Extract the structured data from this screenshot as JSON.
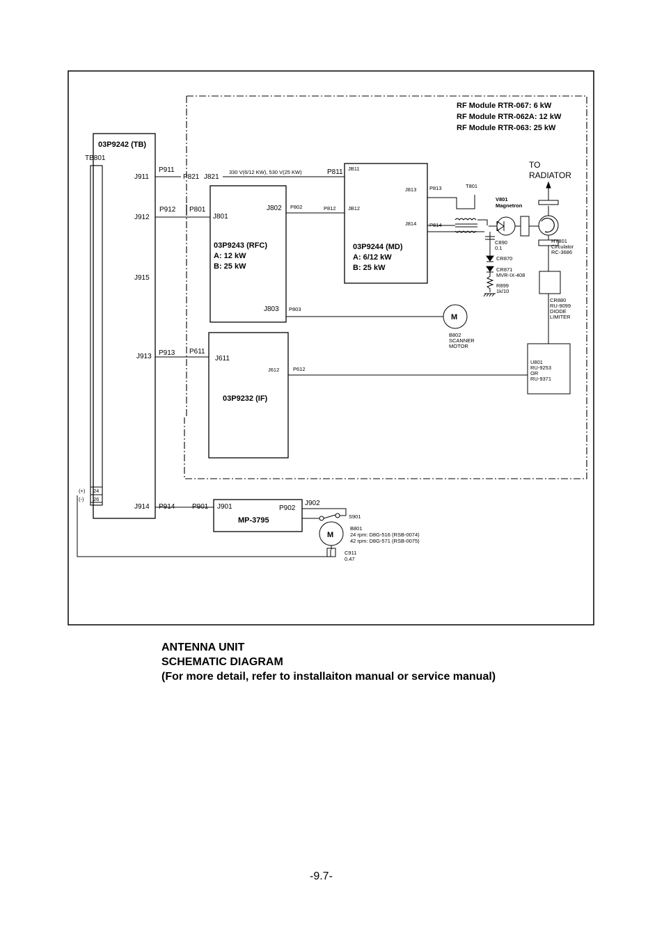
{
  "rf_module": {
    "line1": "RF Module RTR-067: 6 kW",
    "line2": "RF Module RTR-062A: 12 kW",
    "line3": "RF Module RTR-063: 25 kW"
  },
  "tb": {
    "title": "03P9242 (TB)",
    "terminal": "TB801",
    "j911": "J911",
    "j912": "J912",
    "j915": "J915",
    "j913": "J913",
    "j914": "J914",
    "plus": "(+)",
    "minus": "(-)",
    "pin24": "24",
    "pin26": "26"
  },
  "connectors": {
    "p911": "P911",
    "p821": "P821",
    "j821": "J821",
    "hv": "330 V(6/12 KW), 530 V(25 KW)",
    "p811": "P811",
    "p912": "P912",
    "p801": "P801",
    "p913": "P913",
    "p611": "P611",
    "p914": "P914",
    "p901": "P901"
  },
  "rfc": {
    "j801": "J801",
    "j802": "J802",
    "j803": "J803",
    "line1": "03P9243 (RFC)",
    "line2": "A: 12 kW",
    "line3": "B: 25 kW",
    "p802": "P802",
    "p803": "P803"
  },
  "md": {
    "jb11": "JB11",
    "jb12": "JB12",
    "p812": "P812",
    "j813": "J813",
    "j814": "J814",
    "p813": "P813",
    "p814": "P814",
    "line1": "03P9244 (MD)",
    "line2": "A: 6/12 kW",
    "line3": "B: 25 kW"
  },
  "if_board": {
    "j611": "J611",
    "j612": "J612",
    "p612": "P612",
    "title": "03P9232 (IF)"
  },
  "mp": {
    "title": "MP-3795",
    "j901": "J901",
    "p902": "P902",
    "j902": "J902"
  },
  "components": {
    "t801": "T801",
    "v801_1": "V801",
    "v801_2": "Magnetron",
    "to_radiator_1": "TO",
    "to_radiator_2": "RADIATOR",
    "c890_1": "C890",
    "c890_2": "0.1",
    "cr870": "CR870",
    "cr871_1": "CR871",
    "cr871_2": "MVR-IX-408",
    "r899_1": "R899",
    "r899_2": "1k/10",
    "hy801_1": "HY801",
    "hy801_2": "Circulator",
    "hy801_3": "RC-3686",
    "cr880_1": "CR880",
    "cr880_2": "RU-9099",
    "cr880_3": "DIODE",
    "cr880_4": "LIMITER",
    "b802_1": "B802",
    "b802_2": "SCANNER",
    "b802_3": "MOTOR",
    "u801_1": "U801",
    "u801_2": "RU-9253",
    "u801_3": "OR",
    "u801_4": "RU-9371",
    "motor_symbol": "M",
    "s901": "S901",
    "b801_1": "B801",
    "b801_2": "24 rpm: D8G-516 (RSB-0074)",
    "b801_3": "42 rpm: D8G-571 (RSB-0075)",
    "c911_1": "C911",
    "c911_2": "0.47"
  },
  "caption": {
    "line1": "ANTENNA UNIT",
    "line2": "SCHEMATIC DIAGRAM",
    "line3": "(For more detail, refer to installaiton manual or service manual)"
  },
  "page_number": "-9.7-"
}
